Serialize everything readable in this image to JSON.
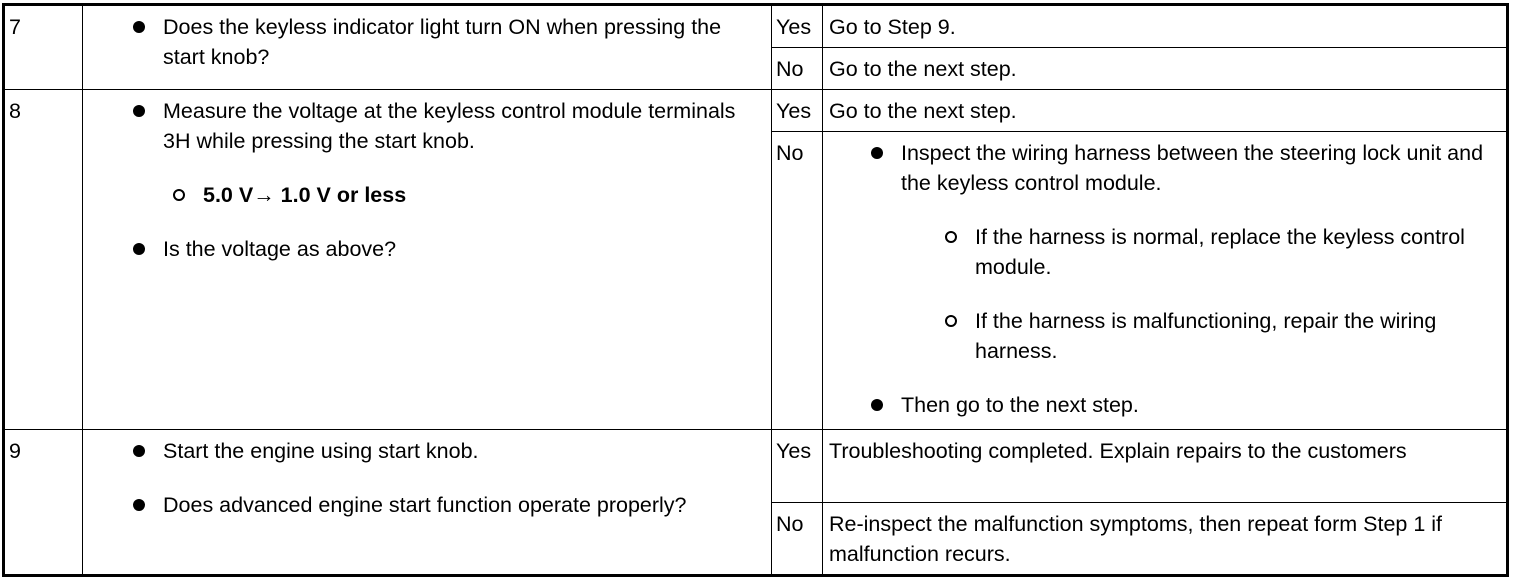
{
  "rows": [
    {
      "step": "7",
      "inspection": {
        "b1": "Does the keyless indicator light turn ON when pressing the start knob?"
      },
      "yes_label": "Yes",
      "yes_action": "Go to Step 9.",
      "no_label": "No",
      "no_action": "Go to the next step."
    },
    {
      "step": "8",
      "inspection": {
        "b1": "Measure the voltage at the keyless control module terminals 3H while pressing the start knob.",
        "spec": "5.0 V→ 1.0 V or less",
        "b2": "Is the voltage as above?"
      },
      "yes_label": "Yes",
      "yes_action": "Go to the next step.",
      "no_label": "No",
      "no_action": {
        "b1": "Inspect the wiring harness between the steering lock unit and the keyless control module.",
        "c1": "If the harness is normal, replace the keyless control module.",
        "c2": "If the harness is malfunctioning, repair the wiring harness.",
        "b2": "Then go to the next step."
      }
    },
    {
      "step": "9",
      "inspection": {
        "b1": "Start the engine using start knob.",
        "b2": "Does advanced engine start function operate properly?"
      },
      "yes_label": "Yes",
      "yes_action": "Troubleshooting completed. Explain repairs to the customers",
      "no_label": "No",
      "no_action": "Re-inspect the malfunction symptoms, then repeat form Step 1 if malfunction recurs."
    }
  ]
}
